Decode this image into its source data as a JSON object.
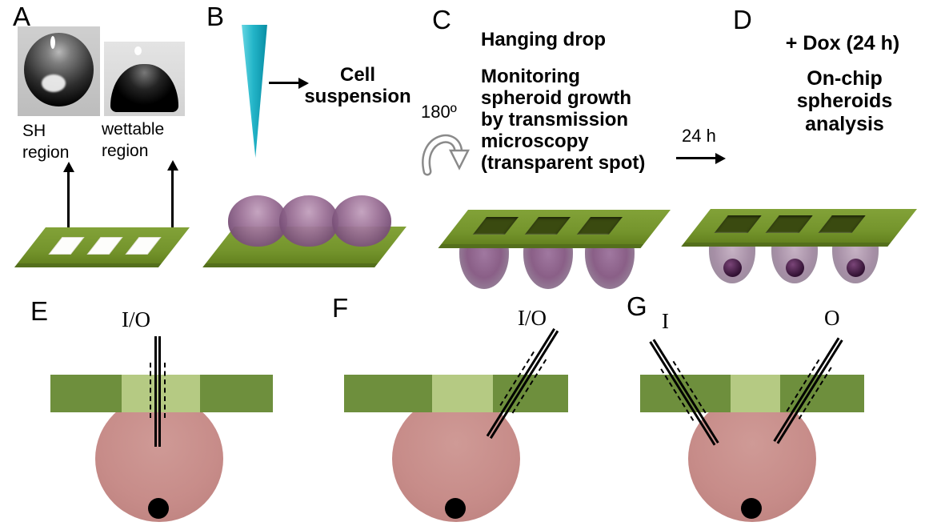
{
  "figure": {
    "panel_a": {
      "label": "A",
      "sh_caption": "SH\nregion",
      "wettable_caption": "wettable\nregion"
    },
    "panel_b": {
      "label": "B",
      "cell_suspension": "Cell\nsuspension"
    },
    "panel_c": {
      "label": "C",
      "hanging_drop": "Hanging drop",
      "rotation": "180º",
      "monitoring": "Monitoring\nspheroid growth\nby transmission\nmicroscopy\n(transparent spot)"
    },
    "transition_24h": "24 h",
    "panel_d": {
      "label": "D",
      "dox": "+ Dox (24 h)",
      "analysis": "On-chip\nspheroids\nanalysis"
    },
    "panel_e": {
      "label": "E",
      "io": "I/O"
    },
    "panel_f": {
      "label": "F",
      "io": "I/O"
    },
    "panel_g": {
      "label": "G",
      "inlet": "I",
      "outlet": "O"
    },
    "colors": {
      "chip_green": "#74942c",
      "chip_section_green": "#6e8f3d",
      "transparent_spot_green": "#b5ca83",
      "droplet_pink": "#c78c89",
      "droplet_purple": "#8a5f87",
      "cone_teal": "#25b6c9",
      "spheroid_dark": "#321133"
    }
  }
}
